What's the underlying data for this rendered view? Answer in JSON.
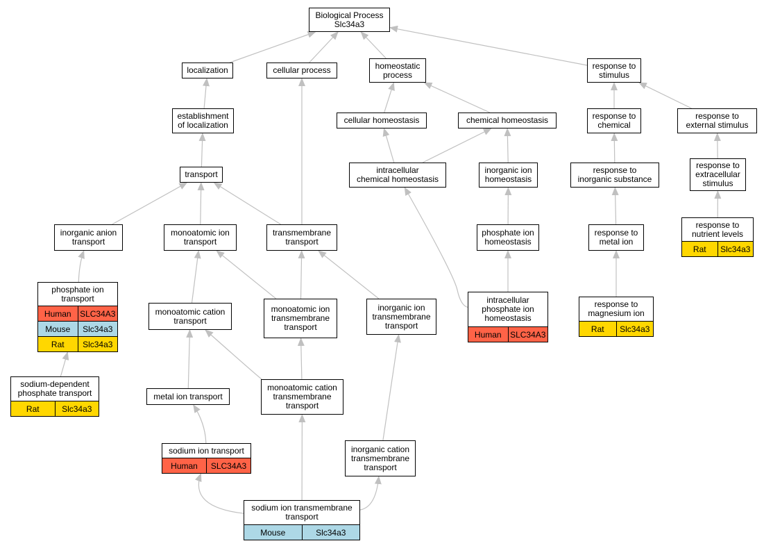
{
  "colors": {
    "edge": "#c0c0c0",
    "Human": "#ff6347",
    "Mouse": "#add8e6",
    "Rat": "#ffd700"
  },
  "nodes": {
    "root": {
      "label": "Biological Process\nSlc34a3"
    },
    "localization": {
      "label": "localization"
    },
    "cellular_process": {
      "label": "cellular process"
    },
    "homeostatic_process": {
      "label": "homeostatic\nprocess"
    },
    "response_to_stimulus": {
      "label": "response to\nstimulus"
    },
    "establishment_of_localization": {
      "label": "establishment\nof localization"
    },
    "cellular_homeostasis": {
      "label": "cellular homeostasis"
    },
    "chemical_homeostasis": {
      "label": "chemical homeostasis"
    },
    "response_to_chemical": {
      "label": "response to\nchemical"
    },
    "response_to_external_stimulus": {
      "label": "response to\nexternal stimulus"
    },
    "transport": {
      "label": "transport"
    },
    "intracellular_chemical_homeostasis": {
      "label": "intracellular\nchemical homeostasis"
    },
    "inorganic_ion_homeostasis": {
      "label": "inorganic ion\nhomeostasis"
    },
    "response_to_inorganic_substance": {
      "label": "response to\ninorganic substance"
    },
    "response_to_extracellular_stimulus": {
      "label": "response to\nextracellular\nstimulus"
    },
    "inorganic_anion_transport": {
      "label": "inorganic anion\ntransport"
    },
    "monoatomic_ion_transport": {
      "label": "monoatomic ion\ntransport"
    },
    "transmembrane_transport": {
      "label": "transmembrane\ntransport"
    },
    "phosphate_ion_homeostasis": {
      "label": "phosphate ion\nhomeostasis"
    },
    "response_to_metal_ion": {
      "label": "response to\nmetal ion"
    },
    "response_to_nutrient_levels": {
      "label": "response to\nnutrient levels",
      "badges": [
        {
          "species": "Rat",
          "gene": "Slc34a3"
        }
      ]
    },
    "phosphate_ion_transport": {
      "label": "phosphate ion\ntransport",
      "badges": [
        {
          "species": "Human",
          "gene": "SLC34A3"
        },
        {
          "species": "Mouse",
          "gene": "Slc34a3"
        },
        {
          "species": "Rat",
          "gene": "Slc34a3"
        }
      ]
    },
    "monoatomic_cation_transport": {
      "label": "monoatomic cation\ntransport"
    },
    "monoatomic_ion_transmembrane_transport": {
      "label": "monoatomic ion\ntransmembrane\ntransport"
    },
    "inorganic_ion_transmembrane_transport": {
      "label": "inorganic ion\ntransmembrane\ntransport"
    },
    "intracellular_phosphate_ion_homeostasis": {
      "label": "intracellular\nphosphate ion\nhomeostasis",
      "badges": [
        {
          "species": "Human",
          "gene": "SLC34A3"
        }
      ]
    },
    "response_to_magnesium_ion": {
      "label": "response to\nmagnesium ion",
      "badges": [
        {
          "species": "Rat",
          "gene": "Slc34a3"
        }
      ]
    },
    "sodium_dependent_phosphate_transport": {
      "label": "sodium-dependent\nphosphate transport",
      "badges": [
        {
          "species": "Rat",
          "gene": "Slc34a3"
        }
      ]
    },
    "metal_ion_transport": {
      "label": "metal ion transport"
    },
    "monoatomic_cation_transmembrane_transport": {
      "label": "monoatomic cation\ntransmembrane\ntransport"
    },
    "sodium_ion_transport": {
      "label": "sodium ion transport",
      "badges": [
        {
          "species": "Human",
          "gene": "SLC34A3"
        }
      ]
    },
    "inorganic_cation_transmembrane_transport": {
      "label": "inorganic cation\ntransmembrane\ntransport"
    },
    "sodium_ion_transmembrane_transport": {
      "label": "sodium ion transmembrane\ntransport",
      "badges": [
        {
          "species": "Mouse",
          "gene": "Slc34a3"
        }
      ]
    }
  },
  "edges": [
    [
      "localization",
      "root"
    ],
    [
      "cellular_process",
      "root"
    ],
    [
      "homeostatic_process",
      "root"
    ],
    [
      "response_to_stimulus",
      "root"
    ],
    [
      "establishment_of_localization",
      "localization"
    ],
    [
      "transport",
      "establishment_of_localization"
    ],
    [
      "cellular_homeostasis",
      "homeostatic_process"
    ],
    [
      "chemical_homeostasis",
      "homeostatic_process"
    ],
    [
      "intracellular_chemical_homeostasis",
      "cellular_homeostasis"
    ],
    [
      "intracellular_chemical_homeostasis",
      "chemical_homeostasis"
    ],
    [
      "inorganic_ion_homeostasis",
      "chemical_homeostasis"
    ],
    [
      "phosphate_ion_homeostasis",
      "inorganic_ion_homeostasis"
    ],
    [
      "intracellular_phosphate_ion_homeostasis",
      "phosphate_ion_homeostasis"
    ],
    [
      "intracellular_phosphate_ion_homeostasis",
      "intracellular_chemical_homeostasis"
    ],
    [
      "response_to_chemical",
      "response_to_stimulus"
    ],
    [
      "response_to_external_stimulus",
      "response_to_stimulus"
    ],
    [
      "response_to_inorganic_substance",
      "response_to_chemical"
    ],
    [
      "response_to_metal_ion",
      "response_to_inorganic_substance"
    ],
    [
      "response_to_magnesium_ion",
      "response_to_metal_ion"
    ],
    [
      "response_to_extracellular_stimulus",
      "response_to_external_stimulus"
    ],
    [
      "response_to_nutrient_levels",
      "response_to_extracellular_stimulus"
    ],
    [
      "inorganic_anion_transport",
      "transport"
    ],
    [
      "monoatomic_ion_transport",
      "transport"
    ],
    [
      "transmembrane_transport",
      "transport"
    ],
    [
      "transmembrane_transport",
      "cellular_process"
    ],
    [
      "phosphate_ion_transport",
      "inorganic_anion_transport"
    ],
    [
      "sodium_dependent_phosphate_transport",
      "phosphate_ion_transport"
    ],
    [
      "monoatomic_cation_transport",
      "monoatomic_ion_transport"
    ],
    [
      "monoatomic_ion_transmembrane_transport",
      "monoatomic_ion_transport"
    ],
    [
      "monoatomic_ion_transmembrane_transport",
      "transmembrane_transport"
    ],
    [
      "inorganic_ion_transmembrane_transport",
      "transmembrane_transport"
    ],
    [
      "metal_ion_transport",
      "monoatomic_cation_transport"
    ],
    [
      "monoatomic_cation_transmembrane_transport",
      "monoatomic_cation_transport"
    ],
    [
      "monoatomic_cation_transmembrane_transport",
      "monoatomic_ion_transmembrane_transport"
    ],
    [
      "sodium_ion_transport",
      "metal_ion_transport"
    ],
    [
      "inorganic_cation_transmembrane_transport",
      "inorganic_ion_transmembrane_transport"
    ],
    [
      "sodium_ion_transmembrane_transport",
      "sodium_ion_transport"
    ],
    [
      "sodium_ion_transmembrane_transport",
      "monoatomic_cation_transmembrane_transport"
    ],
    [
      "sodium_ion_transmembrane_transport",
      "inorganic_cation_transmembrane_transport"
    ]
  ]
}
